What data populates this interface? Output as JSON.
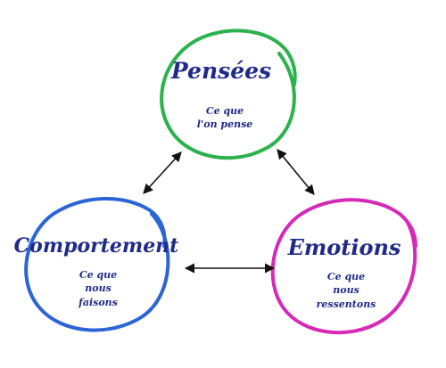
{
  "nodes": {
    "thoughts": {
      "title": "Pensées",
      "desc_line1": "Ce que",
      "desc_line2": "l'on pense",
      "color": "#2bb24c"
    },
    "behavior": {
      "title": "Comportement",
      "desc_line1": "Ce que",
      "desc_line2": "nous",
      "desc_line3": "faisons",
      "color": "#2a64d6"
    },
    "emotions": {
      "title": "Emotions",
      "desc_line1": "Ce que",
      "desc_line2": "nous",
      "desc_line3": "ressentons",
      "color": "#d629b8"
    }
  },
  "arrow_color": "#111111",
  "text_color": "#1f2a8a"
}
